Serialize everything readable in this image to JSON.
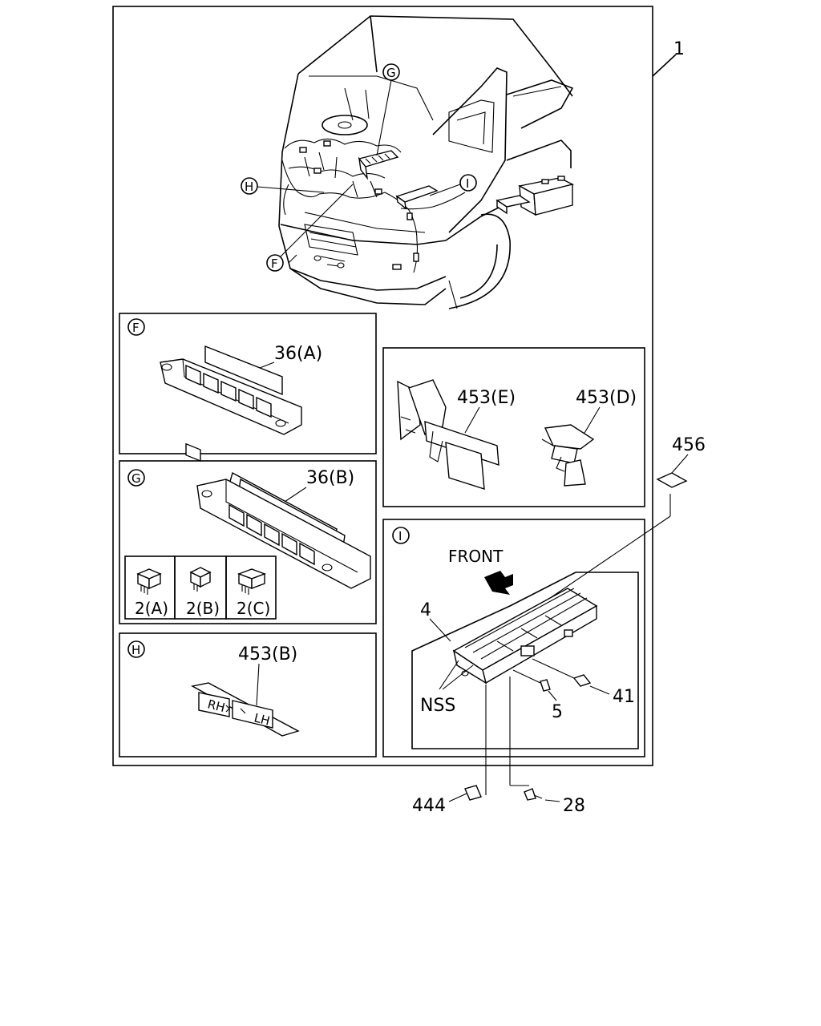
{
  "callouts": {
    "main_assembly": "1",
    "view_G": "G",
    "view_H": "H",
    "view_I": "I",
    "view_F": "F"
  },
  "panel_F": {
    "tag": "F",
    "part": "36(A)"
  },
  "panel_G": {
    "tag": "G",
    "part": "36(B)",
    "relays": [
      "2(A)",
      "2(B)",
      "2(C)"
    ]
  },
  "panel_H": {
    "tag": "H",
    "part": "453(B)",
    "marking_rh": "RH",
    "marking_lh": "LH"
  },
  "panel_E_D": {
    "part_e": "453(E)",
    "part_d": "453(D)"
  },
  "panel_I": {
    "tag": "I",
    "direction": "FRONT",
    "box": "4",
    "nss": "NSS",
    "fuse": "5",
    "part_41": "41"
  },
  "external_parts": {
    "part_456": "456",
    "part_444": "444",
    "part_28": "28"
  }
}
